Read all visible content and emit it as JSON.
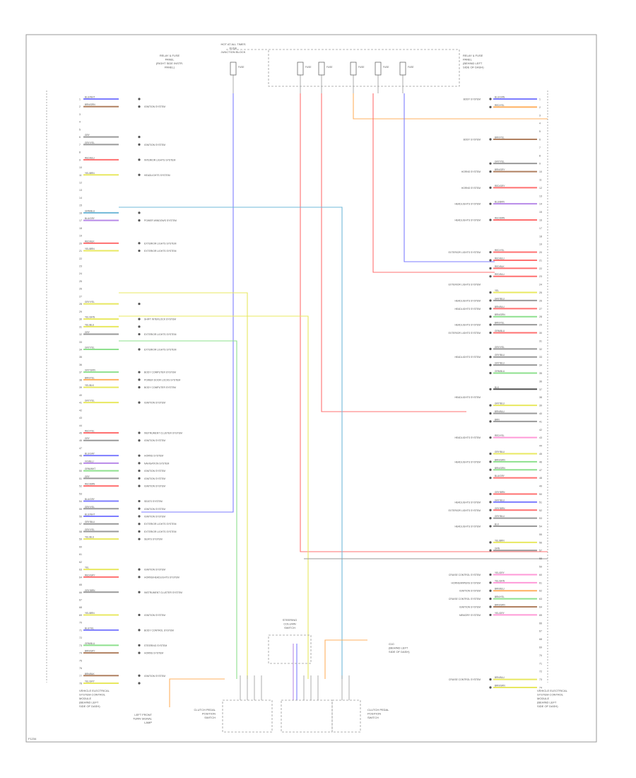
{
  "colors": {
    "frame": "#9a9a9a",
    "text": "#555555",
    "blue": "#7d7dff",
    "red": "#ff7070",
    "orange": "#ffb060",
    "yellow": "#e8e860",
    "green": "#8ee08e",
    "teal": "#70b8d8",
    "violet": "#b88ae8",
    "gray": "#9a9a9a",
    "black": "#555555",
    "brown": "#b08060",
    "pink": "#ff9ad8",
    "white": "#e0e0e0"
  },
  "diagram": {
    "left_module_label": [
      "VEHICLE ELECTRICAL",
      "SYSTEM CONTROL",
      "MODULE",
      "(BEHIND LEFT",
      "SIDE OF DASH)"
    ],
    "right_module_label": [
      "VEHICLE ELECTRICAL",
      "SYSTEM CONTROL",
      "MODULE",
      "(BEHIND LEFT",
      "SIDE OF DASH)"
    ],
    "top_left_label": [
      "RELAY & FUSE",
      "PANEL",
      "(RIGHT SIDE INSTR.",
      "PANEL)"
    ],
    "top_center_label": [
      "HOT AT ALL TIMES",
      "FUSE",
      "JUNCTION BLOCK"
    ],
    "top_right_label": [
      "RELAY & FUSE",
      "PANEL",
      "(BEHIND LEFT",
      "SIDE OF DASH)"
    ],
    "fuse_labels": [
      "FUSE",
      "FUSE",
      "FUSE",
      "FUSE",
      "FUSE",
      "FUSE"
    ],
    "bottom_labels": {
      "left_lamp": [
        "LEFT FRONT",
        "TURN SIGNAL",
        "LAMP"
      ],
      "left_switch": [
        "CLUTCH PEDAL",
        "POSITION",
        "SWITCH"
      ],
      "center": [
        "STEERING",
        "COLUMN",
        "SWITCH"
      ],
      "right_switch": [
        "CLUTCH PEDAL",
        "POSITION",
        "SWITCH"
      ],
      "right_ground": [
        "G10",
        "(BEHIND LEFT",
        "SIDE OF DASH)"
      ]
    },
    "footer_id": "F1234"
  },
  "left_rows": [
    {
      "label": "BLU/WHT",
      "color": "blue",
      "text": ""
    },
    {
      "label": "BRN/GRN",
      "color": "brown",
      "text": "IGNITION SYSTEM"
    },
    {
      "label": "",
      "color": "",
      "text": ""
    },
    {
      "label": "",
      "color": "",
      "text": ""
    },
    {
      "label": "",
      "color": "",
      "text": ""
    },
    {
      "label": "GRY",
      "color": "gray",
      "text": ""
    },
    {
      "label": "GRY/YEL",
      "color": "gray",
      "text": "IGNITION SYSTEM"
    },
    {
      "label": "",
      "color": "",
      "text": ""
    },
    {
      "label": "RED/BLU",
      "color": "red",
      "text": "INTERIOR LIGHTS SYSTEM"
    },
    {
      "label": "",
      "color": "",
      "text": ""
    },
    {
      "label": "YEL/BRN",
      "color": "yellow",
      "text": "HEADLIGHTS SYSTEM"
    },
    {
      "label": "",
      "color": "",
      "text": ""
    },
    {
      "label": "",
      "color": "",
      "text": ""
    },
    {
      "label": "",
      "color": "",
      "text": ""
    },
    {
      "label": "",
      "color": "",
      "text": ""
    },
    {
      "label": "GRN/BLU",
      "color": "teal",
      "text": ""
    },
    {
      "label": "BLU/GRY",
      "color": "violet",
      "text": "POWER WINDOWS SYSTEM"
    },
    {
      "label": "",
      "color": "",
      "text": ""
    },
    {
      "label": "",
      "color": "",
      "text": ""
    },
    {
      "label": "RED/BLK",
      "color": "red",
      "text": "EXTERIOR LIGHTS SYSTEM"
    },
    {
      "label": "YEL/BRN",
      "color": "yellow",
      "text": "EXTERIOR LIGHTS SYSTEM"
    },
    {
      "label": "",
      "color": "",
      "text": ""
    },
    {
      "label": "",
      "color": "",
      "text": ""
    },
    {
      "label": "",
      "color": "",
      "text": ""
    },
    {
      "label": "",
      "color": "",
      "text": ""
    },
    {
      "label": "",
      "color": "",
      "text": ""
    },
    {
      "label": "",
      "color": "",
      "text": ""
    },
    {
      "label": "GRY/YEL",
      "color": "yellow",
      "text": ""
    },
    {
      "label": "",
      "color": "",
      "text": ""
    },
    {
      "label": "YEL/GRN",
      "color": "yellow",
      "text": "SHIFT INTERLOCK SYSTEM"
    },
    {
      "label": "YEL/BLU",
      "color": "yellow",
      "text": ""
    },
    {
      "label": "GRY",
      "color": "gray",
      "text": "EXTERIOR LIGHTS SYSTEM"
    },
    {
      "label": "",
      "color": "",
      "text": ""
    },
    {
      "label": "GRY/YEL",
      "color": "green",
      "text": "EXTERIOR LIGHTS SYSTEM"
    },
    {
      "label": "",
      "color": "",
      "text": ""
    },
    {
      "label": "",
      "color": "",
      "text": ""
    },
    {
      "label": "GRY/GRN",
      "color": "green",
      "text": "BODY COMPUTER SYSTEM"
    },
    {
      "label": "BRN/YEL",
      "color": "orange",
      "text": "POWER DOOR LOCKS SYSTEM"
    },
    {
      "label": "YEL/BLK",
      "color": "yellow",
      "text": "BODY COMPUTER SYSTEM"
    },
    {
      "label": "",
      "color": "",
      "text": ""
    },
    {
      "label": "GRY/YEL",
      "color": "yellow",
      "text": "IGNITION SYSTEM"
    },
    {
      "label": "",
      "color": "",
      "text": ""
    },
    {
      "label": "",
      "color": "",
      "text": ""
    },
    {
      "label": "",
      "color": "",
      "text": ""
    },
    {
      "label": "RED/YEL",
      "color": "red",
      "text": "INSTRUMENT CLUSTER SYSTEM"
    },
    {
      "label": "GRY",
      "color": "gray",
      "text": "IGNITION SYSTEM"
    },
    {
      "label": "",
      "color": "",
      "text": ""
    },
    {
      "label": "BLU/GRY",
      "color": "blue",
      "text": "HORNS SYSTEM"
    },
    {
      "label": "VIO/BLU",
      "color": "violet",
      "text": "NAVIGATION SYSTEM"
    },
    {
      "label": "GRN/WHT",
      "color": "green",
      "text": "IGNITION SYSTEM"
    },
    {
      "label": "GRY",
      "color": "gray",
      "text": "IGNITION SYSTEM"
    },
    {
      "label": "RED/BRN",
      "color": "red",
      "text": "IGNITION SYSTEM"
    },
    {
      "label": "",
      "color": "",
      "text": ""
    },
    {
      "label": "BLU/GRY",
      "color": "blue",
      "text": "SEATS SYSTEM"
    },
    {
      "label": "GRY/YEL",
      "color": "gray",
      "text": "IGNITION SYSTEM"
    },
    {
      "label": "BLU/WHT",
      "color": "blue",
      "text": "IGNITION SYSTEM"
    },
    {
      "label": "GRY/BLU",
      "color": "gray",
      "text": "EXTERIOR LIGHTS SYSTEM"
    },
    {
      "label": "GRY/YEL",
      "color": "gray",
      "text": "EXTERIOR LIGHTS SYSTEM"
    },
    {
      "label": "YEL/BLU",
      "color": "yellow",
      "text": "SEATS SYSTEM"
    },
    {
      "label": "",
      "color": "",
      "text": ""
    },
    {
      "label": "",
      "color": "",
      "text": ""
    },
    {
      "label": "",
      "color": "",
      "text": ""
    },
    {
      "label": "YEL",
      "color": "yellow",
      "text": "IGNITION SYSTEM"
    },
    {
      "label": "RED/GRY",
      "color": "red",
      "text": "HORNS/HEADLIGHTS SYSTEM"
    },
    {
      "label": "",
      "color": "",
      "text": ""
    },
    {
      "label": "GRY/BRN",
      "color": "gray",
      "text": "INSTRUMENT CLUSTER SYSTEM"
    },
    {
      "label": "",
      "color": "",
      "text": ""
    },
    {
      "label": "",
      "color": "",
      "text": ""
    },
    {
      "label": "YEL/BRN",
      "color": "yellow",
      "text": "IGNITION SYSTEM"
    },
    {
      "label": "",
      "color": "",
      "text": ""
    },
    {
      "label": "BLU/YEL",
      "color": "blue",
      "text": "BODY CONTROL SYSTEM"
    },
    {
      "label": "",
      "color": "",
      "text": ""
    },
    {
      "label": "GRN/BLU",
      "color": "green",
      "text": "STEERING SYSTEM"
    },
    {
      "label": "BRN/GRY",
      "color": "brown",
      "text": "HORNS SYSTEM"
    },
    {
      "label": "",
      "color": "",
      "text": ""
    },
    {
      "label": "",
      "color": "",
      "text": ""
    },
    {
      "label": "BRN/BLK",
      "color": "brown",
      "text": "IGNITION SYSTEM"
    },
    {
      "label": "YEL/GRY",
      "color": "yellow",
      "text": ""
    }
  ],
  "right_rows": [
    {
      "label": "BLU/GRN",
      "color": "blue",
      "text": "BODY SYSTEM"
    },
    {
      "label": "RED/YEL",
      "color": "orange",
      "text": ""
    },
    {
      "label": "",
      "color": "",
      "text": ""
    },
    {
      "label": "",
      "color": "",
      "text": ""
    },
    {
      "label": "",
      "color": "",
      "text": ""
    },
    {
      "label": "BRN/YEL",
      "color": "brown",
      "text": "BODY SYSTEM"
    },
    {
      "label": "",
      "color": "",
      "text": ""
    },
    {
      "label": "",
      "color": "",
      "text": ""
    },
    {
      "label": "GRY/YEL",
      "color": "gray",
      "text": ""
    },
    {
      "label": "BRN/GRY",
      "color": "brown",
      "text": "HORNS SYSTEM"
    },
    {
      "label": "",
      "color": "",
      "text": ""
    },
    {
      "label": "RED/GRY",
      "color": "red",
      "text": "HORNS SYSTEM"
    },
    {
      "label": "",
      "color": "",
      "text": ""
    },
    {
      "label": "BLU/BRN",
      "color": "violet",
      "text": "HEADLIGHTS SYSTEM"
    },
    {
      "label": "",
      "color": "",
      "text": ""
    },
    {
      "label": "RED/BRN",
      "color": "red",
      "text": "HEADLIGHTS SYSTEM"
    },
    {
      "label": "",
      "color": "",
      "text": ""
    },
    {
      "label": "",
      "color": "",
      "text": ""
    },
    {
      "label": "",
      "color": "",
      "text": ""
    },
    {
      "label": "RED/YEL",
      "color": "red",
      "text": "EXTERIOR LIGHTS SYSTEM"
    },
    {
      "label": "RED/BLU",
      "color": "red",
      "text": ""
    },
    {
      "label": "RED/BLK",
      "color": "red",
      "text": ""
    },
    {
      "label": "RED/BLU",
      "color": "red",
      "text": ""
    },
    {
      "label": "",
      "color": "",
      "text": "EXTERIOR LIGHTS SYSTEM"
    },
    {
      "label": "YEL",
      "color": "yellow",
      "text": ""
    },
    {
      "label": "GRY/BLU",
      "color": "gray",
      "text": "HEADLIGHTS SYSTEM"
    },
    {
      "label": "BRN/BLU",
      "color": "red",
      "text": "HEADLIGHTS SYSTEM"
    },
    {
      "label": "BRN/GRN",
      "color": "green",
      "text": ""
    },
    {
      "label": "BRN/YEL",
      "color": "gray",
      "text": "HEADLIGHTS SYSTEM"
    },
    {
      "label": "GRN/BLU",
      "color": "red",
      "text": "EXTERIOR LIGHTS SYSTEM"
    },
    {
      "label": "",
      "color": "",
      "text": ""
    },
    {
      "label": "GRY/YEL",
      "color": "gray",
      "text": ""
    },
    {
      "label": "GRY/BLU",
      "color": "gray",
      "text": "HEADLIGHTS SYSTEM"
    },
    {
      "label": "GRY/BLU",
      "color": "gray",
      "text": ""
    },
    {
      "label": "GRN/BLU",
      "color": "green",
      "text": ""
    },
    {
      "label": "",
      "color": "",
      "text": ""
    },
    {
      "label": "BLK",
      "color": "black",
      "text": ""
    },
    {
      "label": "",
      "color": "",
      "text": "HEADLIGHTS SYSTEM"
    },
    {
      "label": "GRY/BLU",
      "color": "yellow",
      "text": ""
    },
    {
      "label": "BRN/BLU",
      "color": "gray",
      "text": ""
    },
    {
      "label": "BRN",
      "color": "gray",
      "text": ""
    },
    {
      "label": "",
      "color": "",
      "text": ""
    },
    {
      "label": "RED/YEL",
      "color": "pink",
      "text": "HEADLIGHTS SYSTEM"
    },
    {
      "label": "",
      "color": "",
      "text": ""
    },
    {
      "label": "GRY/BLU",
      "color": "yellow",
      "text": ""
    },
    {
      "label": "BRN/GRN",
      "color": "green",
      "text": "HEADLIGHTS SYSTEM"
    },
    {
      "label": "BRN/GRN",
      "color": "green",
      "text": ""
    },
    {
      "label": "BLU/GRY",
      "color": "red",
      "text": ""
    },
    {
      "label": "",
      "color": "",
      "text": ""
    },
    {
      "label": "GRY/BRN",
      "color": "red",
      "text": ""
    },
    {
      "label": "GRY/BLU",
      "color": "blue",
      "text": "HEADLIGHTS SYSTEM"
    },
    {
      "label": "GRY/BRN",
      "color": "red",
      "text": "EXTERIOR LIGHTS SYSTEM"
    },
    {
      "label": "GRY/BLU",
      "color": "gray",
      "text": ""
    },
    {
      "label": "BLK",
      "color": "gray",
      "text": "HEADLIGHTS SYSTEM"
    },
    {
      "label": "",
      "color": "",
      "text": ""
    },
    {
      "label": "YEL/BRN",
      "color": "yellow",
      "text": ""
    },
    {
      "label": "GRN",
      "color": "gray",
      "text": ""
    },
    {
      "label": "",
      "color": "",
      "text": ""
    },
    {
      "label": "",
      "color": "",
      "text": ""
    },
    {
      "label": "YEL/GRY",
      "color": "pink",
      "text": "CRUISE CONTROL SYSTEM"
    },
    {
      "label": "YEL/GRN",
      "color": "pink",
      "text": "HORNS/WIPERS SYSTEM"
    },
    {
      "label": "BRN/BLU",
      "color": "orange",
      "text": "IGNITION SYSTEM"
    },
    {
      "label": "BRN/YEL",
      "color": "green",
      "text": "CRUISE CONTROL SYSTEM"
    },
    {
      "label": "BRN/GRN",
      "color": "brown",
      "text": "IGNITION SYSTEM"
    },
    {
      "label": "YEL/GRY",
      "color": "pink",
      "text": "MEMORY SYSTEM"
    },
    {
      "label": "",
      "color": "",
      "text": ""
    },
    {
      "label": "",
      "color": "",
      "text": ""
    },
    {
      "label": "",
      "color": "",
      "text": ""
    },
    {
      "label": "",
      "color": "",
      "text": ""
    },
    {
      "label": "",
      "color": "",
      "text": ""
    },
    {
      "label": "",
      "color": "",
      "text": ""
    },
    {
      "label": "",
      "color": "",
      "text": ""
    },
    {
      "label": "BRN/BLU",
      "color": "yellow",
      "text": "CRUISE CONTROL SYSTEM"
    },
    {
      "label": "BRN/GRN",
      "color": "yellow",
      "text": ""
    }
  ]
}
